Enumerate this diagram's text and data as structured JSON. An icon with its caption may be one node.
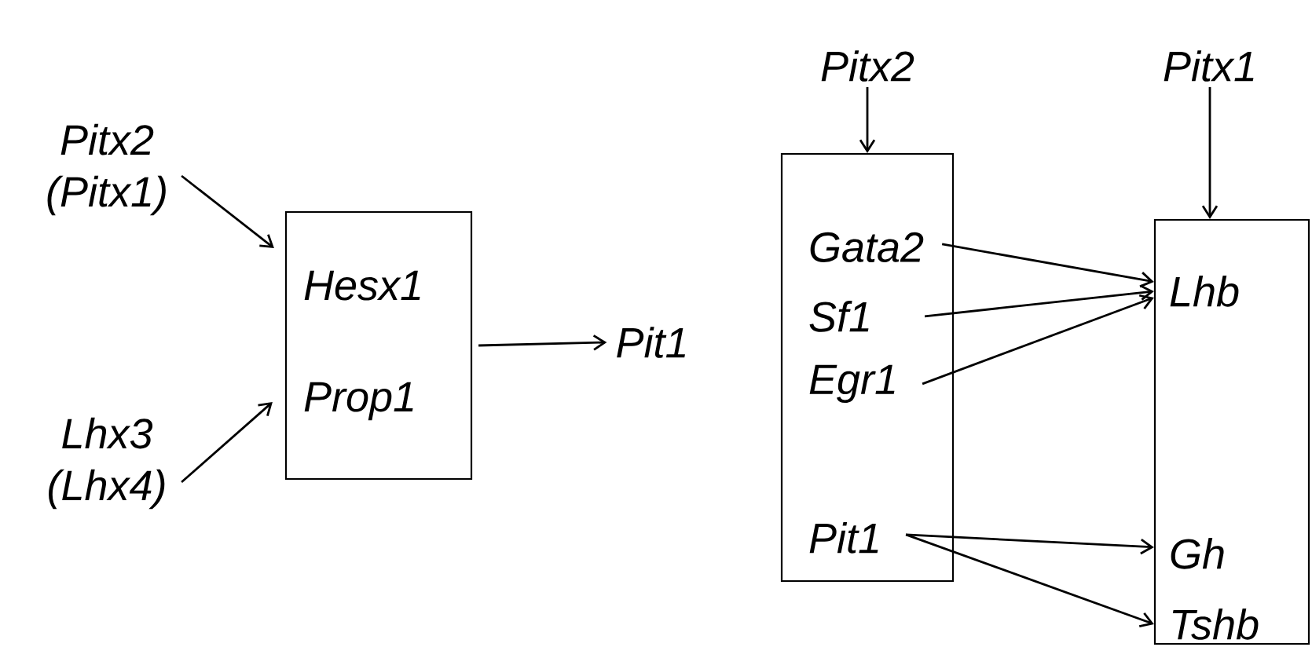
{
  "diagram": {
    "nodes": [
      {
        "text": [
          "Pitx2 (Pitx1)"
        ]
      },
      {
        "text": [
          "Lhx3 (Lhx4)"
        ]
      },
      {
        "text": [
          "Hesx1",
          "Prop1"
        ]
      },
      {
        "text": [
          "Pit1"
        ]
      },
      {
        "text": [
          "Pitx2"
        ]
      },
      {
        "text": [],
        "shape": "box"
      },
      {
        "text": [
          "Gata2"
        ],
        "in": 5
      },
      {
        "text": [
          "Sf1"
        ],
        "in": 5
      },
      {
        "text": [
          "Egr1"
        ],
        "in": 5
      },
      {
        "text": [
          "Pit1"
        ],
        "in": 5
      },
      {
        "text": [
          "Pitx1"
        ]
      },
      {
        "text": [],
        "shape": "box"
      },
      {
        "text": [
          "Lhb"
        ],
        "in": 11
      },
      {
        "text": [
          "Gh"
        ],
        "in": 11
      },
      {
        "text": [
          "Tshb"
        ],
        "in": 11
      }
    ],
    "edges": [
      {
        "from": 0,
        "to": 2,
        "arrow": "to"
      },
      {
        "from": 1,
        "to": 2,
        "arrow": "to"
      },
      {
        "from": 2,
        "to": 3,
        "arrow": "to"
      },
      {
        "from": 4,
        "to": 5,
        "arrow": "to"
      },
      {
        "from": 6,
        "to": 12,
        "arrow": "to"
      },
      {
        "from": 7,
        "to": 12,
        "arrow": "to"
      },
      {
        "from": 8,
        "to": 12,
        "arrow": "to"
      },
      {
        "from": 9,
        "to": 13,
        "arrow": "to"
      },
      {
        "from": 9,
        "to": 14,
        "arrow": "to"
      },
      {
        "from": 10,
        "to": 11,
        "arrow": "to"
      }
    ]
  }
}
